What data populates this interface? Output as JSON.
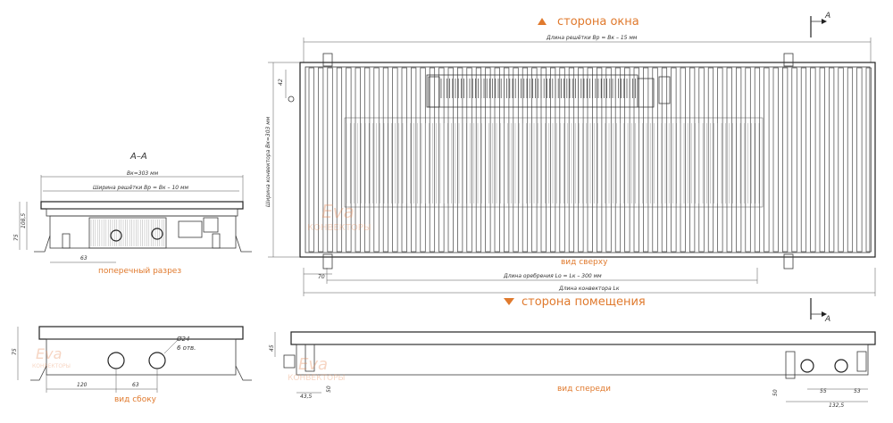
{
  "labels": {
    "window_side": "сторона окна",
    "room_side": "сторона помещения",
    "section_title": "А–А",
    "section_cut_top": "А",
    "section_cut_bottom": "А",
    "cross_section": "поперечный разрез",
    "top_view": "вид сверху",
    "side_view": "вид сбоку",
    "front_view": "вид спереди"
  },
  "dimensions": {
    "grill_length": "Длина решётки Вр = Вк – 15 мм",
    "convector_width": "Ширина конвектора Вк=303 мм",
    "frame_length": "Длина оребрения Lo = Lк – 300 мм",
    "convector_length": "Длина конвектора Lк",
    "offset_70": "70",
    "dim_42": "42",
    "section_bk": "Вк=303 мм",
    "section_grill_width": "Ширина решётки Вр = Вк – 10 мм",
    "h75": "75",
    "h1085": "108,5",
    "w63": "63",
    "side_h75": "75",
    "side_120": "120",
    "side_63": "63",
    "hole_d24": "Ø24",
    "hole_count": "6 отв.",
    "front_45": "45",
    "front_435": "43,5",
    "front_50a": "50",
    "front_50b": "50",
    "front_55": "55",
    "front_53": "53",
    "front_1325": "132,5"
  },
  "watermark": {
    "brand": "Eva",
    "tagline": "КОНВЕКТОРЫ"
  },
  "colors": {
    "accent": "#e07a2e",
    "line": "#3a3a3a"
  }
}
